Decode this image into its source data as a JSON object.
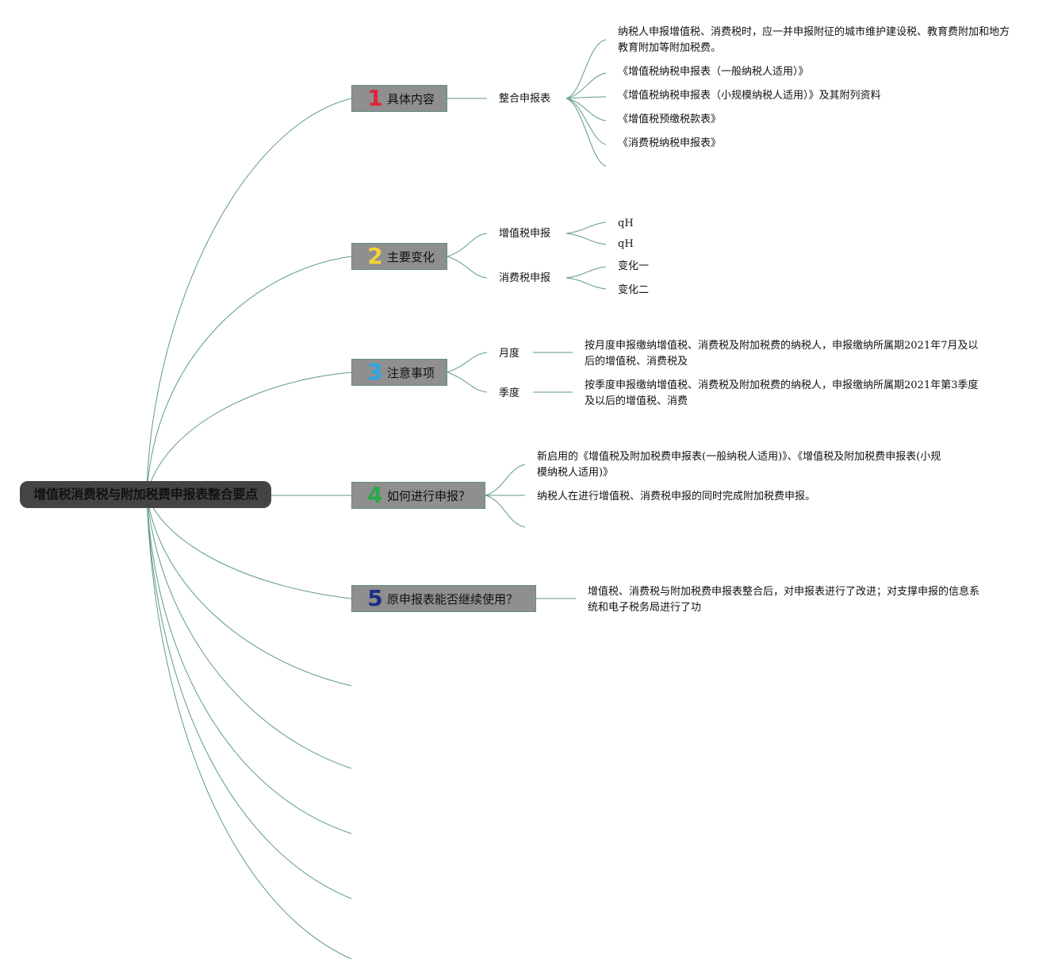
{
  "colors": {
    "link": "#5f9a86",
    "root_bg": "#444444",
    "topic_bg": "#8f8f8f"
  },
  "root": {
    "label": "增值税消费税与附加税费申报表整合要点"
  },
  "topics": [
    {
      "number": "1",
      "number_color": "#e0243a",
      "label": "具体内容",
      "subs": [
        {
          "label": "整合申报表",
          "leaves": [
            "纳税人申报增值税、消费税时，应一并申报附征的城市维护建设税、教育费附加和地方教育附加等附加税费。",
            "《增值税纳税申报表（一般纳税人适用）》",
            "《增值税纳税申报表（小规模纳税人适用）》及其附列资料",
            "《增值税预缴税款表》",
            "《消费税纳税申报表》"
          ]
        }
      ]
    },
    {
      "number": "2",
      "number_color": "#f2d23c",
      "label": "主要变化",
      "subs": [
        {
          "label": "增值税申报",
          "leaves": [
            "qH",
            "qH"
          ]
        },
        {
          "label": "消费税申报",
          "leaves": [
            "变化一",
            "变化二"
          ]
        }
      ]
    },
    {
      "number": "3",
      "number_color": "#2aa7e8",
      "label": "注意事项",
      "subs": [
        {
          "label": "月度",
          "leaves": [
            "按月度申报缴纳增值税、消费税及附加税费的纳税人，申报缴纳所属期2021年7月及以后的增值税、消费税及"
          ]
        },
        {
          "label": "季度",
          "leaves": [
            "按季度申报缴纳增值税、消费税及附加税费的纳税人，申报缴纳所属期2021年第3季度及以后的增值税、消费"
          ]
        }
      ]
    },
    {
      "number": "4",
      "number_color": "#2aa84a",
      "label": "如何进行申报？",
      "leaves": [
        "新启用的《增值税及附加税费申报表(一般纳税人适用)》、《增值税及附加税费申报表(小规模纳税人适用)》",
        "纳税人在进行增值税、消费税申报的同时完成附加税费申报。"
      ]
    },
    {
      "number": "5",
      "number_color": "#1c2f86",
      "label": "原申报表能否继续使用？",
      "leaves": [
        "增值税、消费税与附加税费申报表整合后，对申报表进行了改进；对支撑申报的信息系统和电子税务局进行了功"
      ]
    }
  ]
}
